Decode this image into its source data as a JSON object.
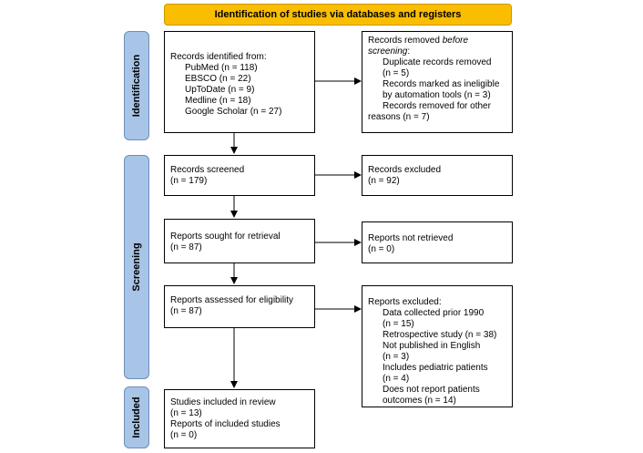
{
  "header": {
    "title": "Identification of studies via databases and registers"
  },
  "phases": {
    "identification": "Identification",
    "screening": "Screening",
    "included": "Included"
  },
  "identification": {
    "records": {
      "title": "Records identified from:",
      "sources": [
        "PubMed (n = 118)",
        "EBSCO (n = 22)",
        "UpToDate (n = 9)",
        "Medline (n = 18)",
        "Google Scholar (n = 27)"
      ]
    },
    "removed": {
      "title_prefix": "Records removed ",
      "title_emphasis": "before",
      "title_emphasis2": "screening",
      "title_suffix": ":",
      "items": [
        "Duplicate records removed",
        "(n = 5)",
        "Records marked as ineligible",
        "by automation tools (n = 3)",
        "Records removed for other",
        "reasons (n = 7)"
      ]
    }
  },
  "screening": {
    "screened": {
      "label": "Records screened",
      "count": "(n = 179)"
    },
    "excluded": {
      "label": "Records excluded",
      "count": "(n = 92)"
    },
    "sought": {
      "label": "Reports sought for retrieval",
      "count": "(n = 87)"
    },
    "not_retrieved": {
      "label": "Reports not retrieved",
      "count": "(n = 0)"
    },
    "assessed": {
      "label": "Reports assessed for eligibility",
      "count": "(n = 87)"
    },
    "reports_excluded": {
      "title": "Reports excluded:",
      "items": [
        "Data collected prior 1990",
        "(n = 15)",
        "Retrospective study (n = 38)",
        "Not published in English",
        "(n = 3)",
        "Includes pediatric patients",
        "(n = 4)",
        "Does not report patients",
        "outcomes (n = 14)"
      ]
    }
  },
  "included": {
    "lines": [
      "Studies included in review",
      "(n = 13)",
      "Reports of included studies",
      "(n = 0)"
    ]
  }
}
